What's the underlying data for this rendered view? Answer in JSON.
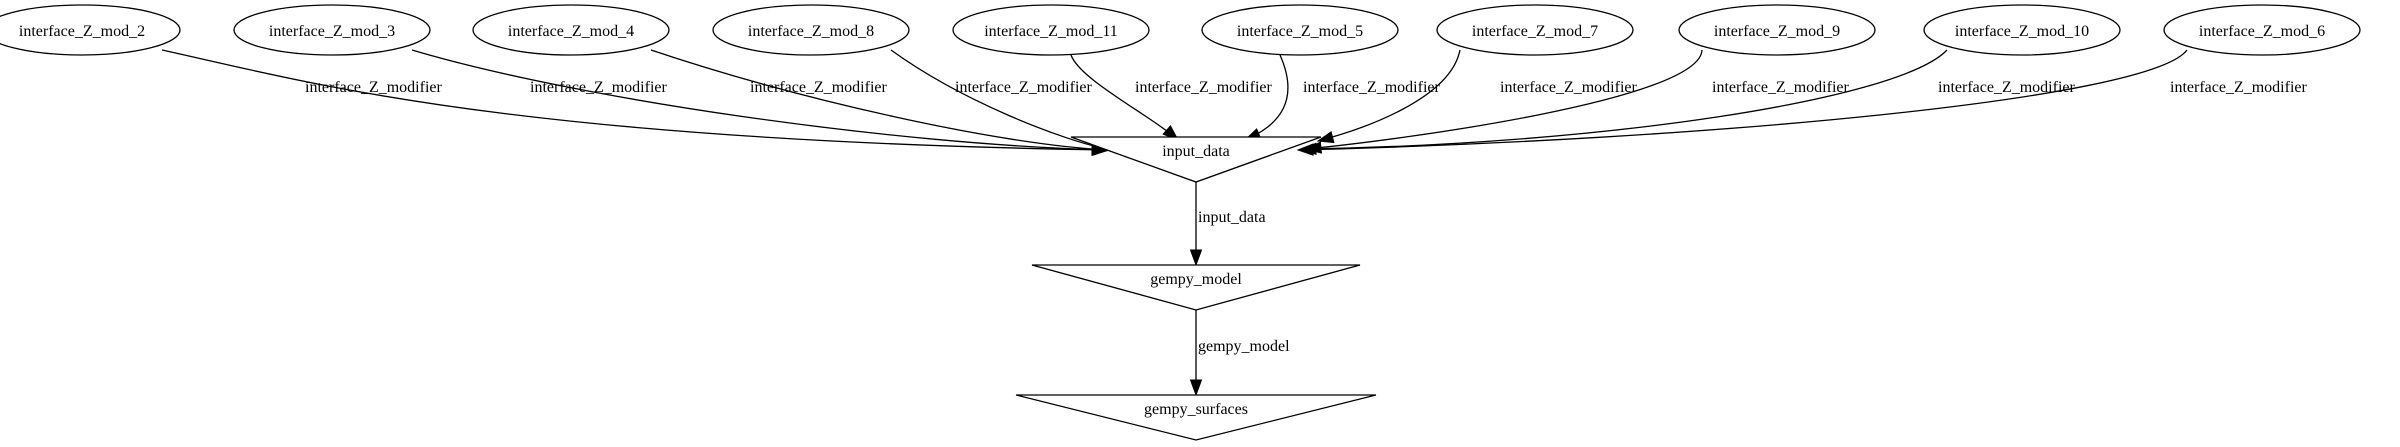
{
  "diagram": {
    "top_nodes": [
      {
        "label": "interface_Z_mod_2",
        "edge_label": "interface_Z_modifier"
      },
      {
        "label": "interface_Z_mod_3",
        "edge_label": "interface_Z_modifier"
      },
      {
        "label": "interface_Z_mod_4",
        "edge_label": "interface_Z_modifier"
      },
      {
        "label": "interface_Z_mod_8",
        "edge_label": "interface_Z_modifier"
      },
      {
        "label": "interface_Z_mod_11",
        "edge_label": "interface_Z_modifier"
      },
      {
        "label": "interface_Z_mod_5",
        "edge_label": "interface_Z_modifier"
      },
      {
        "label": "interface_Z_mod_7",
        "edge_label": "interface_Z_modifier"
      },
      {
        "label": "interface_Z_mod_9",
        "edge_label": "interface_Z_modifier"
      },
      {
        "label": "interface_Z_mod_10",
        "edge_label": "interface_Z_modifier"
      },
      {
        "label": "interface_Z_mod_6",
        "edge_label": "interface_Z_modifier"
      }
    ],
    "input_node": {
      "label": "input_data"
    },
    "model_node": {
      "label": "gempy_model"
    },
    "surfaces_node": {
      "label": "gempy_surfaces"
    },
    "edge_input_to_model": {
      "label": "input_data"
    },
    "edge_model_to_surfaces": {
      "label": "gempy_model"
    }
  }
}
